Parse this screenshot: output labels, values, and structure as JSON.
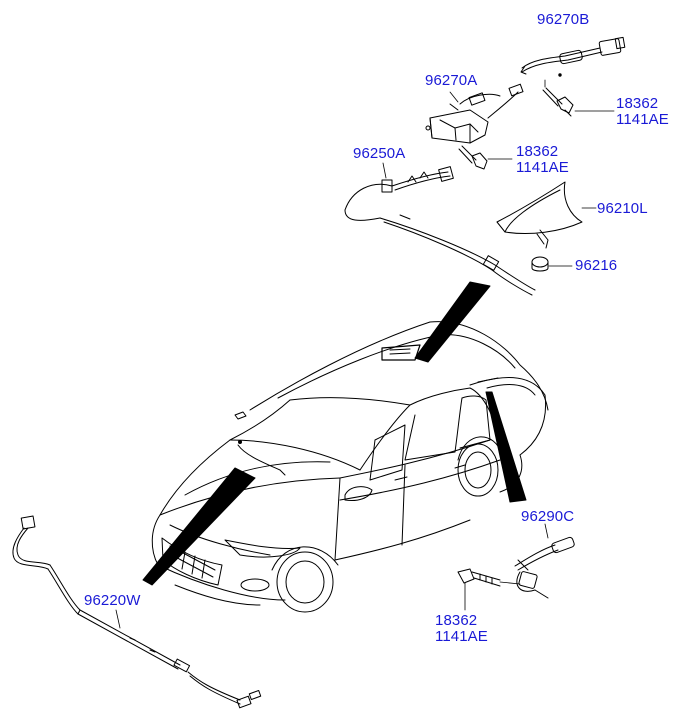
{
  "parts": {
    "p96270b": "96270B",
    "p96270a": "96270A",
    "p18362_top": "18362",
    "p1141ae_top": "1141AE",
    "p18362_mid": "18362",
    "p1141ae_mid": "1141AE",
    "p96250a": "96250A",
    "p96210l": "96210L",
    "p96216": "96216",
    "p96290c": "96290C",
    "p96220w": "96220W",
    "p18362_bot": "18362",
    "p1141ae_bot": "1141AE"
  },
  "colors": {
    "label": "#1a1ad6",
    "line": "#000000",
    "background": "#ffffff"
  }
}
